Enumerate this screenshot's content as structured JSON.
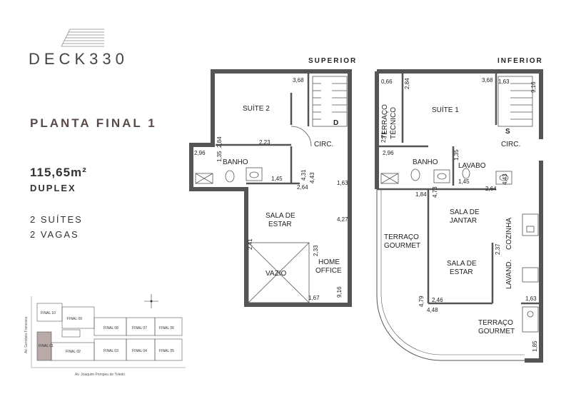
{
  "brand": "DECK330",
  "plan_title": "PLANTA FINAL 1",
  "area": "115,65m²",
  "type": "DUPLEX",
  "features": [
    "2 SUÍTES",
    "2 VAGAS"
  ],
  "floors": {
    "superior": {
      "label": "SUPERIOR",
      "rooms": {
        "suite": "SUÍTE 2",
        "banho": "BANHO",
        "circ": "CIRC.",
        "sala1": "SALA DE",
        "sala2": "ESTAR",
        "vazio": "VAZIO",
        "home1": "HOME",
        "home2": "OFFICE"
      },
      "dims": [
        "3,68",
        "2,84",
        "2,23",
        "2,96",
        "1,35",
        "1,45",
        "4,31",
        "4,43",
        "2,64",
        "1,63",
        "4,27",
        "2,41",
        "2,33",
        "1,67",
        "9,16"
      ],
      "stair_mark": "D"
    },
    "inferior": {
      "label": "INFERIOR",
      "rooms": {
        "terraco_tec1": "TERRAÇO",
        "terraco_tec2": "TÉCNICO",
        "suite": "SUÍTE 1",
        "banho": "BANHO",
        "lavabo": "LAVABO",
        "circ": "CIRC.",
        "jantar1": "SALA DE",
        "jantar2": "JANTAR",
        "gourmet1": "TERRAÇO",
        "gourmet2": "GOURMET",
        "estar1": "SALA DE",
        "estar2": "ESTAR",
        "cozinha": "COZINHA",
        "lavand": "LAVAND.",
        "tg1": "TERRAÇO",
        "tg2": "GOURMET"
      },
      "dims": [
        "0,66",
        "2,84",
        "3,68",
        "1,63",
        "9,16",
        "2,71",
        "2,96",
        "1,35",
        "1,45",
        "2,64",
        "4,43",
        "1,84",
        "4,73",
        "2,37",
        "4,79",
        "2,46",
        "4,48",
        "1,63",
        "1,85"
      ],
      "stair_mark": "S"
    }
  },
  "keyplan": {
    "units": [
      "FINAL 10",
      "FINAL 09",
      "FINAL 08",
      "FINAL 07",
      "FINAL 06",
      "FINAL 01",
      "FINAL 02",
      "FINAL 03",
      "FINAL 04",
      "FINAL 05"
    ],
    "street_left": "Av. Gervásio Francisco",
    "street_bottom": "Av. Joaquim Pompeu de Toledo",
    "highlight_color": "#b9a9a9"
  },
  "colors": {
    "wall": "#555555",
    "accent": "#5a4a4a"
  }
}
